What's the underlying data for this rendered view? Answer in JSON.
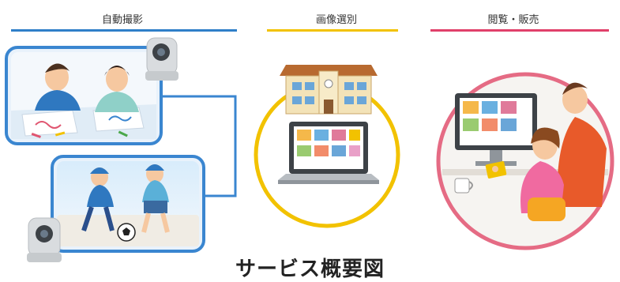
{
  "sections": [
    {
      "title": "自動撮影",
      "color": "#2f7fc8"
    },
    {
      "title": "画像選別",
      "color": "#f2c200"
    },
    {
      "title": "閲覧・販売",
      "color": "#e0406a"
    }
  ],
  "caption": "サービス概要図",
  "colors": {
    "blue_frame": "#3a86d0",
    "yellow_ring": "#f2c200",
    "pink_ring": "#e56b84",
    "connector_pink": "#f3a6b7"
  },
  "icons": [
    "camera-icon",
    "school-building-icon",
    "laptop-icon",
    "monitor-icon",
    "photo-card-icon",
    "soccer-ball-icon",
    "coffee-cup-icon"
  ]
}
